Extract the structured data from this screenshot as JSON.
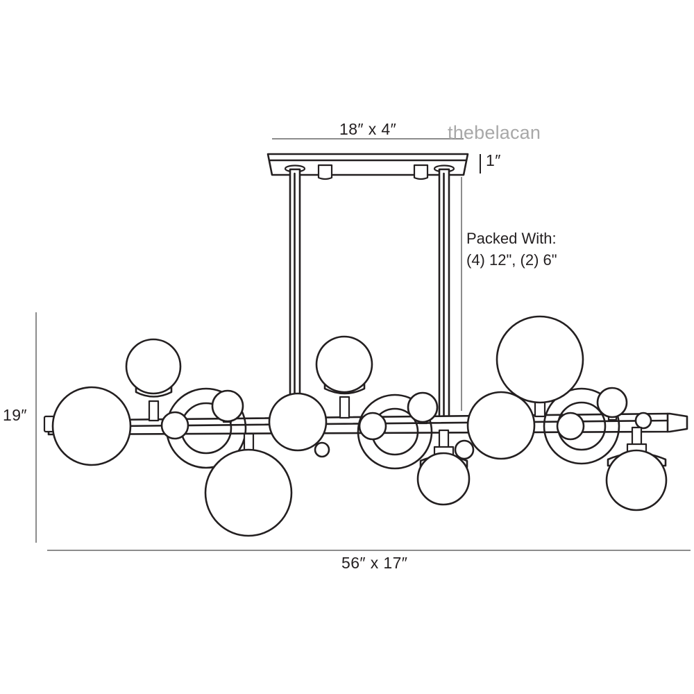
{
  "drawing": {
    "subject": "linear globe chandelier dimension drawing",
    "line_color": "#231f20",
    "dimension_line_color": "#8c8c8c",
    "fill_color": "#ffffff"
  },
  "dimensions": {
    "canopy": "18″ x 4″",
    "canopy_thickness": "1″",
    "height": "19″",
    "overall": "56″ x 17″"
  },
  "packed_with": {
    "heading": "Packed With:",
    "contents": "(4) 12\", (2) 6\""
  },
  "watermark": {
    "text": "thebelacan"
  }
}
